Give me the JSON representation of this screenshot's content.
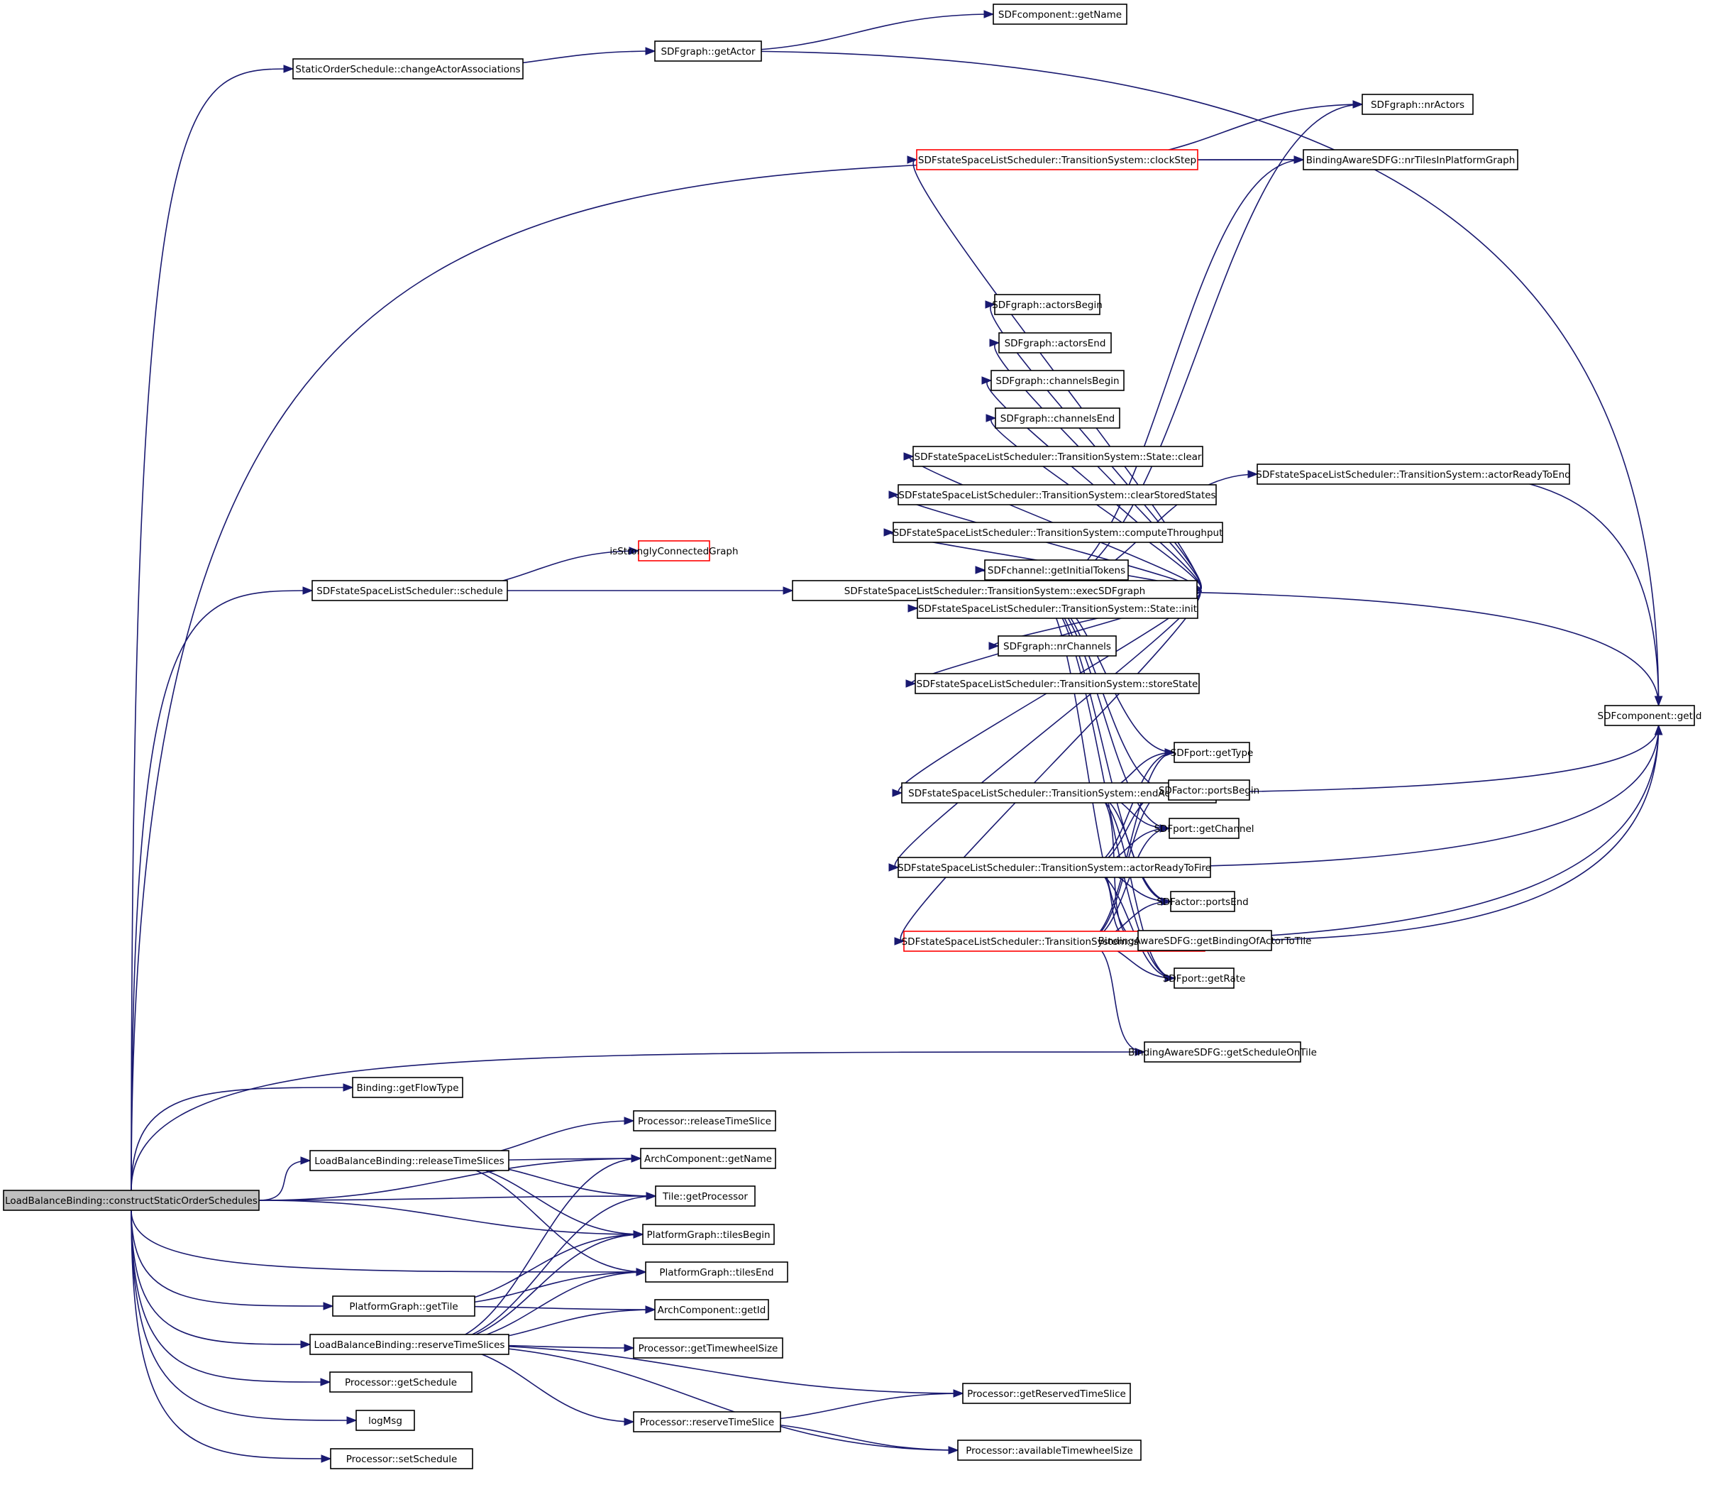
{
  "title": "LoadBalanceBinding::constructStaticOrderSchedules call graph",
  "colors": {
    "edge": "#191970",
    "root_fill": "#bfbfbf",
    "highlight_border": "#ff0000",
    "default_border": "#000000"
  },
  "nodes": [
    {
      "id": "root",
      "label": "LoadBalanceBinding::constructStaticOrderSchedules",
      "style": "root"
    },
    {
      "id": "changeActorAssociations",
      "label": "StaticOrderSchedule::changeActorAssociations"
    },
    {
      "id": "getActor",
      "label": "SDFgraph::getActor"
    },
    {
      "id": "sdfGetName",
      "label": "SDFcomponent::getName"
    },
    {
      "id": "nrActors",
      "label": "SDFgraph::nrActors"
    },
    {
      "id": "clockStep",
      "label": "SDFstateSpaceListScheduler::TransitionSystem::clockStep",
      "style": "red"
    },
    {
      "id": "nrTiles",
      "label": "BindingAwareSDFG::nrTilesInPlatformGraph"
    },
    {
      "id": "actorsBegin",
      "label": "SDFgraph::actorsBegin"
    },
    {
      "id": "actorsEnd",
      "label": "SDFgraph::actorsEnd"
    },
    {
      "id": "channelsBegin",
      "label": "SDFgraph::channelsBegin"
    },
    {
      "id": "channelsEnd",
      "label": "SDFgraph::channelsEnd"
    },
    {
      "id": "stateClear",
      "label": "SDFstateSpaceListScheduler::TransitionSystem::State::clear"
    },
    {
      "id": "clearStored",
      "label": "SDFstateSpaceListScheduler::TransitionSystem::clearStoredStates"
    },
    {
      "id": "computeThroughput",
      "label": "SDFstateSpaceListScheduler::TransitionSystem::computeThroughput"
    },
    {
      "id": "actorReadyToEnd",
      "label": "SDFstateSpaceListScheduler::TransitionSystem::actorReadyToEnd"
    },
    {
      "id": "isStronglyConnected",
      "label": "isStronglyConnectedGraph",
      "style": "red"
    },
    {
      "id": "schedule",
      "label": "SDFstateSpaceListScheduler::schedule"
    },
    {
      "id": "execSDFgraph",
      "label": "SDFstateSpaceListScheduler::TransitionSystem::execSDFgraph"
    },
    {
      "id": "getInitialTokens",
      "label": "SDFchannel::getInitialTokens"
    },
    {
      "id": "stateInit",
      "label": "SDFstateSpaceListScheduler::TransitionSystem::State::init"
    },
    {
      "id": "nrChannels",
      "label": "SDFgraph::nrChannels"
    },
    {
      "id": "storeState",
      "label": "SDFstateSpaceListScheduler::TransitionSystem::storeState"
    },
    {
      "id": "sdfGetId",
      "label": "SDFcomponent::getId"
    },
    {
      "id": "getType",
      "label": "SDFport::getType"
    },
    {
      "id": "endActorFiring",
      "label": "SDFstateSpaceListScheduler::TransitionSystem::endActorFiring"
    },
    {
      "id": "portsBegin",
      "label": "SDFactor::portsBegin"
    },
    {
      "id": "getChannel",
      "label": "SDFport::getChannel"
    },
    {
      "id": "actorReadyToFire",
      "label": "SDFstateSpaceListScheduler::TransitionSystem::actorReadyToFire"
    },
    {
      "id": "portsEnd",
      "label": "SDFactor::portsEnd"
    },
    {
      "id": "startActorFiring",
      "label": "SDFstateSpaceListScheduler::TransitionSystem::startActorFiring",
      "style": "red"
    },
    {
      "id": "getBinding",
      "label": "BindingAwareSDFG::getBindingOfActorToTile"
    },
    {
      "id": "getRate",
      "label": "SDFport::getRate"
    },
    {
      "id": "getScheduleOnTile",
      "label": "BindingAwareSDFG::getScheduleOnTile"
    },
    {
      "id": "getFlowType",
      "label": "Binding::getFlowType"
    },
    {
      "id": "releaseTimeSlice",
      "label": "Processor::releaseTimeSlice"
    },
    {
      "id": "releaseTimeSlices",
      "label": "LoadBalanceBinding::releaseTimeSlices"
    },
    {
      "id": "archGetName",
      "label": "ArchComponent::getName"
    },
    {
      "id": "getProcessor",
      "label": "Tile::getProcessor"
    },
    {
      "id": "tilesBegin",
      "label": "PlatformGraph::tilesBegin"
    },
    {
      "id": "tilesEnd",
      "label": "PlatformGraph::tilesEnd"
    },
    {
      "id": "getTile",
      "label": "PlatformGraph::getTile"
    },
    {
      "id": "archGetId",
      "label": "ArchComponent::getId"
    },
    {
      "id": "reserveTimeSlices",
      "label": "LoadBalanceBinding::reserveTimeSlices"
    },
    {
      "id": "getTimewheelSize",
      "label": "Processor::getTimewheelSize"
    },
    {
      "id": "getSchedule",
      "label": "Processor::getSchedule"
    },
    {
      "id": "getReservedTimeSlice",
      "label": "Processor::getReservedTimeSlice"
    },
    {
      "id": "logMsg",
      "label": "logMsg"
    },
    {
      "id": "reserveTimeSlice",
      "label": "Processor::reserveTimeSlice"
    },
    {
      "id": "setSchedule",
      "label": "Processor::setSchedule"
    },
    {
      "id": "availableTimewheelSize",
      "label": "Processor::availableTimewheelSize"
    }
  ],
  "edges": [
    [
      "root",
      "changeActorAssociations"
    ],
    [
      "root",
      "schedule"
    ],
    [
      "root",
      "nrTiles"
    ],
    [
      "root",
      "getScheduleOnTile"
    ],
    [
      "root",
      "getFlowType"
    ],
    [
      "root",
      "archGetName"
    ],
    [
      "root",
      "releaseTimeSlices"
    ],
    [
      "root",
      "getProcessor"
    ],
    [
      "root",
      "tilesBegin"
    ],
    [
      "root",
      "tilesEnd"
    ],
    [
      "root",
      "getTile"
    ],
    [
      "root",
      "reserveTimeSlices"
    ],
    [
      "root",
      "getSchedule"
    ],
    [
      "root",
      "logMsg"
    ],
    [
      "root",
      "setSchedule"
    ],
    [
      "changeActorAssociations",
      "getActor"
    ],
    [
      "getActor",
      "sdfGetName"
    ],
    [
      "getActor",
      "sdfGetId"
    ],
    [
      "schedule",
      "isStronglyConnected"
    ],
    [
      "schedule",
      "execSDFgraph"
    ],
    [
      "execSDFgraph",
      "nrActors"
    ],
    [
      "execSDFgraph",
      "clockStep"
    ],
    [
      "execSDFgraph",
      "nrTiles"
    ],
    [
      "execSDFgraph",
      "sdfGetId"
    ],
    [
      "execSDFgraph",
      "actorsBegin"
    ],
    [
      "execSDFgraph",
      "actorsEnd"
    ],
    [
      "execSDFgraph",
      "channelsBegin"
    ],
    [
      "execSDFgraph",
      "channelsEnd"
    ],
    [
      "execSDFgraph",
      "stateClear"
    ],
    [
      "execSDFgraph",
      "clearStored"
    ],
    [
      "execSDFgraph",
      "computeThroughput"
    ],
    [
      "execSDFgraph",
      "actorReadyToEnd"
    ],
    [
      "execSDFgraph",
      "getInitialTokens"
    ],
    [
      "execSDFgraph",
      "stateInit"
    ],
    [
      "execSDFgraph",
      "nrChannels"
    ],
    [
      "execSDFgraph",
      "storeState"
    ],
    [
      "execSDFgraph",
      "getType"
    ],
    [
      "execSDFgraph",
      "portsBegin"
    ],
    [
      "execSDFgraph",
      "endActorFiring"
    ],
    [
      "execSDFgraph",
      "getChannel"
    ],
    [
      "execSDFgraph",
      "actorReadyToFire"
    ],
    [
      "execSDFgraph",
      "portsEnd"
    ],
    [
      "execSDFgraph",
      "startActorFiring"
    ],
    [
      "execSDFgraph",
      "getBinding"
    ],
    [
      "execSDFgraph",
      "getRate"
    ],
    [
      "clockStep",
      "nrActors"
    ],
    [
      "clockStep",
      "nrTiles"
    ],
    [
      "actorReadyToEnd",
      "sdfGetId"
    ],
    [
      "endActorFiring",
      "sdfGetId"
    ],
    [
      "endActorFiring",
      "getType"
    ],
    [
      "endActorFiring",
      "portsBegin"
    ],
    [
      "endActorFiring",
      "getChannel"
    ],
    [
      "endActorFiring",
      "portsEnd"
    ],
    [
      "endActorFiring",
      "getBinding"
    ],
    [
      "endActorFiring",
      "getRate"
    ],
    [
      "actorReadyToFire",
      "getType"
    ],
    [
      "actorReadyToFire",
      "portsBegin"
    ],
    [
      "actorReadyToFire",
      "getChannel"
    ],
    [
      "actorReadyToFire",
      "sdfGetId"
    ],
    [
      "actorReadyToFire",
      "portsEnd"
    ],
    [
      "actorReadyToFire",
      "getBinding"
    ],
    [
      "actorReadyToFire",
      "getRate"
    ],
    [
      "startActorFiring",
      "getType"
    ],
    [
      "startActorFiring",
      "portsBegin"
    ],
    [
      "startActorFiring",
      "getChannel"
    ],
    [
      "startActorFiring",
      "portsEnd"
    ],
    [
      "startActorFiring",
      "getBinding"
    ],
    [
      "startActorFiring",
      "getRate"
    ],
    [
      "startActorFiring",
      "sdfGetId"
    ],
    [
      "startActorFiring",
      "getScheduleOnTile"
    ],
    [
      "getBinding",
      "sdfGetId"
    ],
    [
      "releaseTimeSlices",
      "releaseTimeSlice"
    ],
    [
      "releaseTimeSlices",
      "archGetName"
    ],
    [
      "releaseTimeSlices",
      "getProcessor"
    ],
    [
      "releaseTimeSlices",
      "tilesBegin"
    ],
    [
      "releaseTimeSlices",
      "tilesEnd"
    ],
    [
      "getTile",
      "tilesBegin"
    ],
    [
      "getTile",
      "tilesEnd"
    ],
    [
      "getTile",
      "archGetId"
    ],
    [
      "reserveTimeSlices",
      "archGetName"
    ],
    [
      "reserveTimeSlices",
      "getProcessor"
    ],
    [
      "reserveTimeSlices",
      "tilesBegin"
    ],
    [
      "reserveTimeSlices",
      "tilesEnd"
    ],
    [
      "reserveTimeSlices",
      "archGetId"
    ],
    [
      "reserveTimeSlices",
      "getTimewheelSize"
    ],
    [
      "reserveTimeSlices",
      "getReservedTimeSlice"
    ],
    [
      "reserveTimeSlices",
      "reserveTimeSlice"
    ],
    [
      "reserveTimeSlices",
      "availableTimewheelSize"
    ],
    [
      "reserveTimeSlice",
      "getReservedTimeSlice"
    ],
    [
      "reserveTimeSlice",
      "availableTimewheelSize"
    ]
  ]
}
